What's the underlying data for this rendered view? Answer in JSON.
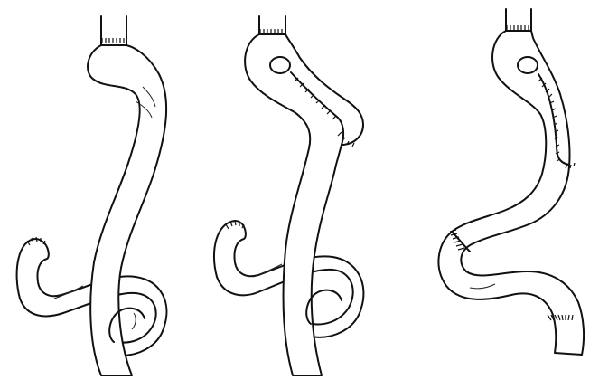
{
  "figure": {
    "panels": [
      {
        "id": "panel-1"
      },
      {
        "id": "panel-2"
      },
      {
        "id": "panel-3"
      }
    ]
  },
  "colors": {
    "ink": "#111111",
    "background": "#ffffff"
  }
}
